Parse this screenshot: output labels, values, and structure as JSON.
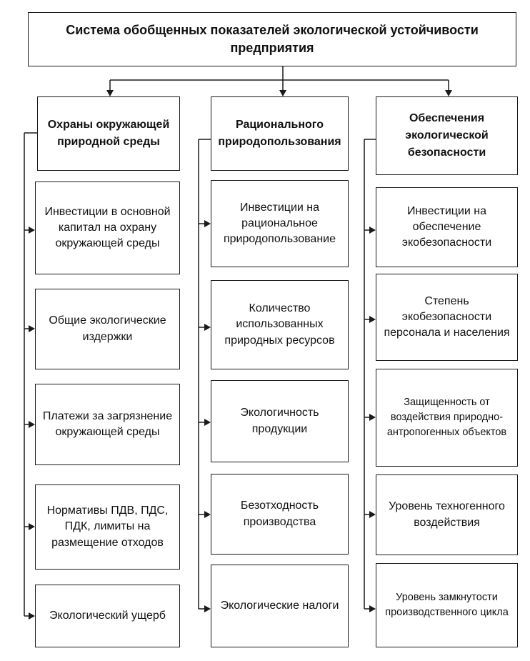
{
  "title": "Система обобщенных показателей экологической устойчивости предприятия",
  "columns": [
    {
      "header": "Охраны окружающей природной среды",
      "items": [
        "Инвестиции в основной капитал на охрану окружающей среды",
        "Общие экологические издержки",
        "Платежи за загрязнение окружающей среды",
        "Нормативы ПДВ, ПДС, ПДК, лимиты на размещение отходов",
        "Экологический ущерб"
      ]
    },
    {
      "header": "Рационального природопользования",
      "items": [
        "Инвестиции на рациональное природопользование",
        "Количество использованных природных ресурсов",
        "Экологичность продукции",
        "Безотходность производства",
        "Экологические налоги"
      ]
    },
    {
      "header": "Обеспечения экологической безопасности",
      "items": [
        "Инвестиции на обеспечение экобезопасности",
        "Степень экобезопасности персонала и населения",
        "Защищенность от воздействия природно-антропогенных объектов",
        "Уровень техногенного воздействия",
        "Уровень замкнутости производственного цикла"
      ]
    }
  ]
}
